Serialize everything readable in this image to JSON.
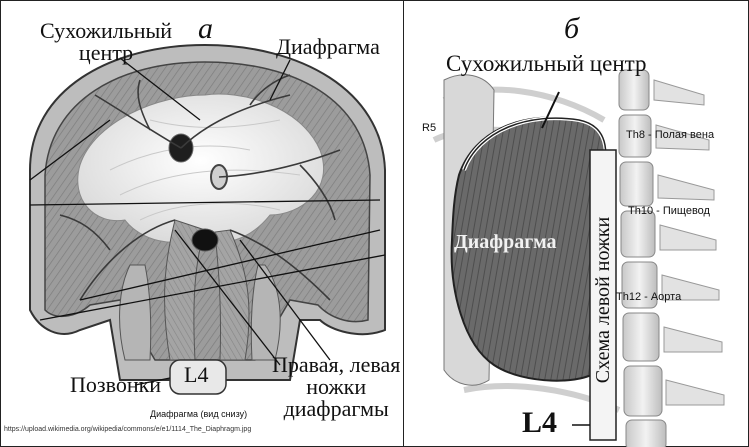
{
  "panel_a": {
    "letter": "а",
    "labels": {
      "tendon_center": "Сухожильный\nцентр",
      "diaphragm": "Диафрагма",
      "vertebrae": "Позвонки",
      "vertebra_level": "L4",
      "crura": "Правая, левая\nножки\nдиафрагмы"
    },
    "caption": "Диафрагма (вид снизу)",
    "source_url": "https://upload.wikimedia.org/wikipedia/commons/e/e1/1114_The_Diaphragm.jpg"
  },
  "panel_b": {
    "letter": "б",
    "labels": {
      "tendon_center": "Сухожильный центр",
      "rib": "R5",
      "th8": "Th8 - Полая вена",
      "th10": "Th10 - Пищевод",
      "th12": "Th12 - Аорта",
      "diaphragm": "Диафрагма",
      "left_crus_scheme": "Схема левой ножки",
      "vertebra_level": "L4"
    }
  },
  "colors": {
    "muscle": "#9a9a9a",
    "tendon": "#eeeeee",
    "dark": "#2b2b2b",
    "bone": "#d9d9d9"
  }
}
